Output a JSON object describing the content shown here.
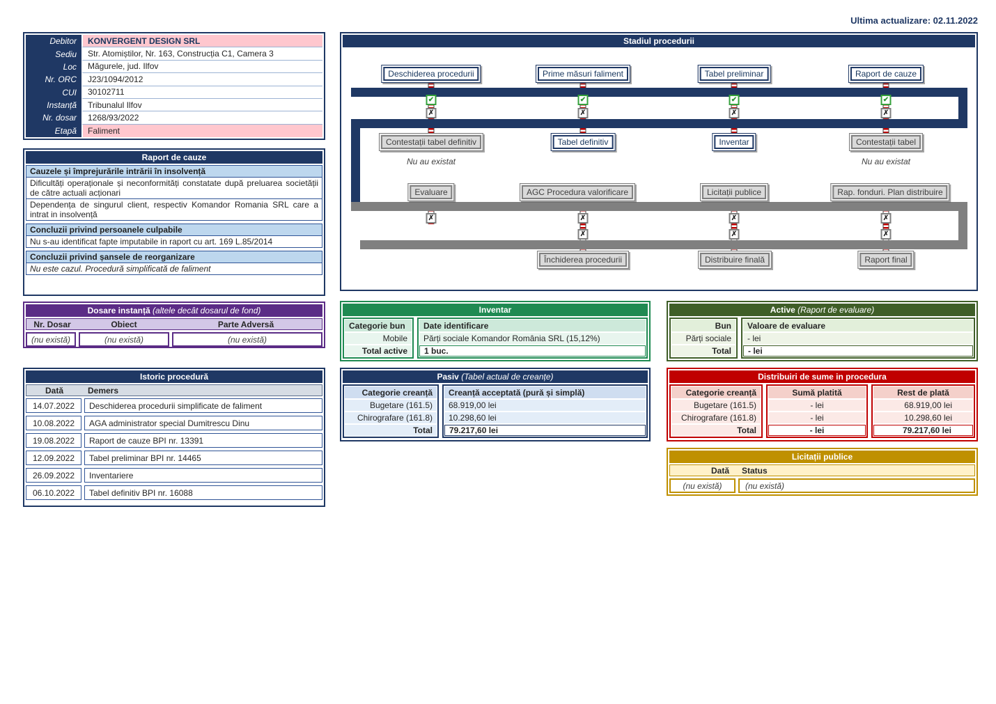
{
  "colors": {
    "navy": "#1F3864",
    "light_blue": "#BDD7EE",
    "pink": "#FFC7CE",
    "purple": "#5B2C86",
    "light_purple": "#D3C8E7",
    "green": "#1F8A52",
    "mint": "#E8F5EE",
    "olive": "#3F5E28",
    "light_olive": "#E2EFDA",
    "red": "#C00000",
    "light_red": "#FBE9E6",
    "gold": "#BF9000",
    "light_gold": "#FFF1C9",
    "gray_path": "#808080",
    "done_check_green": "#35A13C",
    "stripe_red": "#C00000"
  },
  "icons": {
    "check": "✔",
    "x": "✗"
  },
  "meta": {
    "last_update": "Ultima actualizare: 02.11.2022"
  },
  "debtor": {
    "rows": [
      {
        "label": "Debitor",
        "value": "KONVERGENT DESIGN SRL"
      },
      {
        "label": "Sediu",
        "value": "Str. Atomiștilor, Nr. 163, Construcția C1, Camera 3"
      },
      {
        "label": "Loc",
        "value": "Măgurele, jud. Ilfov"
      },
      {
        "label": "Nr. ORC",
        "value": "J23/1094/2012"
      },
      {
        "label": "CUI",
        "value": "30102711"
      },
      {
        "label": "Instanță",
        "value": "Tribunalul Ilfov"
      },
      {
        "label": "Nr. dosar",
        "value": "1268/93/2022"
      },
      {
        "label": "Etapă",
        "value": "Faliment"
      }
    ]
  },
  "raport_cauze": {
    "title": "Raport de cauze",
    "sections": [
      {
        "heading": "Cauzele și împrejurările intrării în insolvență",
        "lines": [
          "Dificultăți operaționale și neconformități constatate după preluarea societății de către actuali acționari",
          "Dependența de singurul client, respectiv Komandor Romania SRL care a intrat in insolvență"
        ]
      },
      {
        "heading": "Concluzii privind persoanele culpabile",
        "lines": [
          "Nu s-au identificat fapte imputabile in raport cu art. 169 L.85/2014"
        ]
      },
      {
        "heading": "Concluzii privind șansele de reorganizare",
        "lines": [
          "Nu este cazul. Procedură simplificată de faliment"
        ]
      }
    ]
  },
  "dosare": {
    "title": "Dosare instanță",
    "title_suffix": " (altele decât dosarul de fond)",
    "headers": [
      "Nr. Dosar",
      "Obiect",
      "Parte Adversă"
    ],
    "row": [
      "(nu există)",
      "(nu există)",
      "(nu există)"
    ]
  },
  "istoric": {
    "title": "Istoric procedură",
    "headers": {
      "date": "Dată",
      "action": "Demers"
    },
    "rows": [
      {
        "date": "14.07.2022",
        "action": "Deschiderea procedurii simplificate de faliment"
      },
      {
        "date": "10.08.2022",
        "action": "AGA administrator special Dumitrescu Dinu"
      },
      {
        "date": "19.08.2022",
        "action": "Raport de cauze BPI nr. 13391"
      },
      {
        "date": "12.09.2022",
        "action": "Tabel preliminar BPI nr. 14465"
      },
      {
        "date": "26.09.2022",
        "action": "Inventariere"
      },
      {
        "date": "06.10.2022",
        "action": "Tabel definitiv BPI nr. 16088"
      }
    ]
  },
  "stadiu": {
    "title": "Stadiul procedurii",
    "row1": [
      "Deschiderea procedurii",
      "Prime măsuri faliment",
      "Tabel preliminar",
      "Raport de cauze"
    ],
    "row2": [
      "Contestații tabel definitiv",
      "Tabel definitiv",
      "Inventar",
      "Contestații tabel"
    ],
    "note": "Nu au existat",
    "row3": [
      "Evaluare",
      "AGC Procedura valorificare",
      "Licitații publice",
      "Rap. fonduri. Plan distribuire"
    ],
    "row4": [
      "Închiderea procedurii",
      "Distribuire finală",
      "Raport final"
    ]
  },
  "inventar": {
    "title": "Inventar",
    "col1_header": "Categorie bun",
    "col2_header": "Date identificare",
    "rows": [
      {
        "cat": "Mobile",
        "detail": "Părți sociale Komandor România SRL (15,12%)"
      }
    ],
    "total_label": "Total active",
    "total_value": "1 buc."
  },
  "active": {
    "title": "Active",
    "title_suffix": " (Raport de evaluare)",
    "col1_header": "Bun",
    "col2_header": "Valoare de evaluare",
    "rows": [
      {
        "cat": "Părți sociale",
        "value": "- lei"
      }
    ],
    "total_label": "Total",
    "total_value": "- lei"
  },
  "pasiv": {
    "title": "Pasiv",
    "title_suffix": " (Tabel actual de creanțe)",
    "col1_header": "Categorie creanță",
    "col2_header": "Creanță acceptată (pură și simplă)",
    "rows": [
      {
        "cat": "Bugetare (161.5)",
        "value": "68.919,00 lei"
      },
      {
        "cat": "Chirografare (161.8)",
        "value": "10.298,60 lei"
      }
    ],
    "total_label": "Total",
    "total_value": "79.217,60 lei"
  },
  "distribuiri": {
    "title": "Distribuiri de sume in procedura",
    "headers": [
      "Categorie creanță",
      "Sumă platită",
      "Rest de plată"
    ],
    "rows": [
      {
        "cat": "Bugetare (161.5)",
        "paid": "- lei",
        "rest": "68.919,00 lei"
      },
      {
        "cat": "Chirografare (161.8)",
        "paid": "- lei",
        "rest": "10.298,60 lei"
      }
    ],
    "total": {
      "cat": "Total",
      "paid": "- lei",
      "rest": "79.217,60 lei"
    }
  },
  "licitatii": {
    "title": "Licitații publice",
    "headers": {
      "date": "Dată",
      "status": "Status"
    },
    "row": {
      "date": "(nu există)",
      "status": "(nu există)"
    }
  }
}
